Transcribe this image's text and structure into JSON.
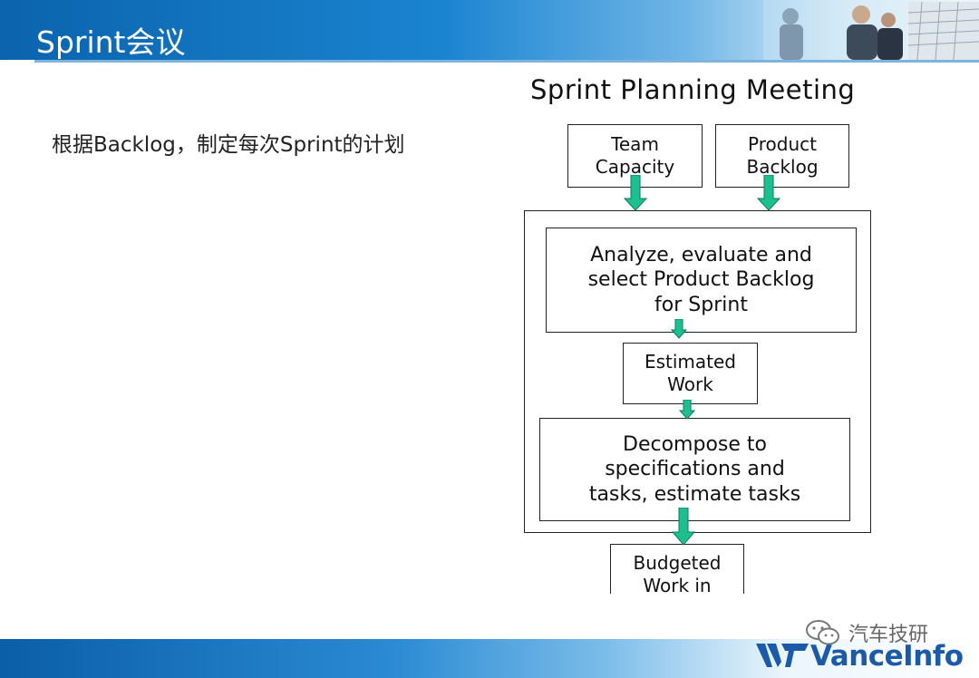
{
  "header": {
    "title": "Sprint会议"
  },
  "content": {
    "bullet": "根据Backlog，制定每次Sprint的计划"
  },
  "diagram": {
    "title": "Sprint Planning Meeting",
    "team_capacity": "Team\nCapacity",
    "product_backlog": "Product\nBacklog",
    "analyze": "Analyze, evaluate and\nselect Product Backlog\nfor Sprint",
    "estimated_work": "Estimated\nWork",
    "decompose": "Decompose to\nspecifications and\ntasks, estimate tasks",
    "budgeted_work": "Budgeted\nWork in"
  },
  "footer": {
    "wechat_label": "汽车技研",
    "logo_text": "VanceInfo"
  },
  "colors": {
    "header_blue": "#0b63ad",
    "arrow_green": "#1cc090",
    "logo_blue": "#1a5aa8"
  }
}
